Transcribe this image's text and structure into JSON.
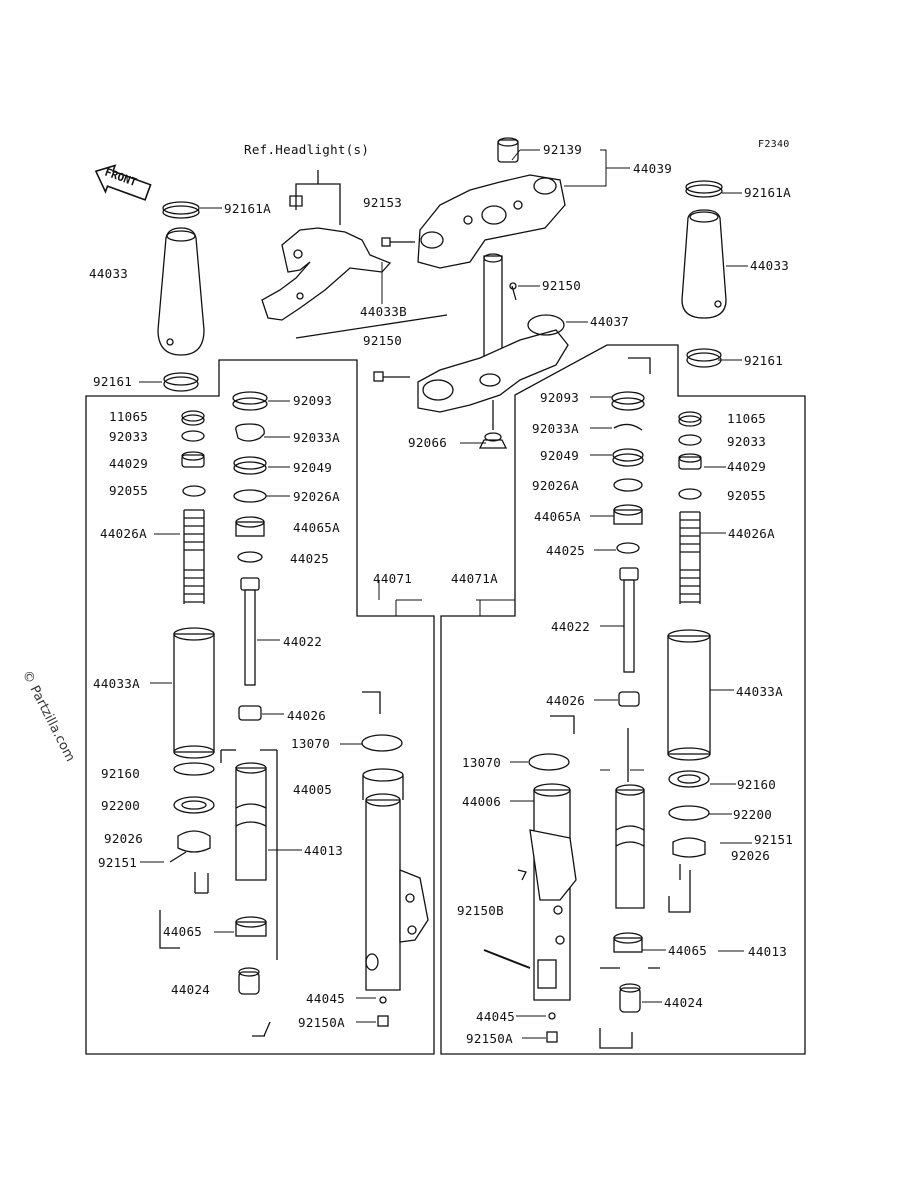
{
  "figure_code": "F2340",
  "ref_headlight": "Ref.Headlight(s)",
  "front_arrow": "FRONT",
  "watermark": "© Partzilla.com",
  "footer_lines": [
    "",
    ""
  ],
  "labels": {
    "l92139": "92139",
    "l44039": "44039",
    "l92153": "92153",
    "l44033B": "44033B",
    "l92150_top": "92150",
    "l92150_mid": "92150",
    "l44037": "44037",
    "l92066": "92066",
    "l92161A_left": "92161A",
    "l44033_left": "44033",
    "l92161_left": "92161",
    "l92161A_right": "92161A",
    "l44033_right": "44033",
    "l92161_right": "92161",
    "l11065_left": "11065",
    "l92033_left": "92033",
    "l44029_left": "44029",
    "l92055_left": "92055",
    "l44026A_left": "44026A",
    "l44033A_left": "44033A",
    "l92160_left": "92160",
    "l92200_left": "92200",
    "l92026_left": "92026",
    "l92151_left": "92151",
    "l44065_left": "44065",
    "l44024_left": "44024",
    "l92093_left": "92093",
    "l92033A_left": "92033A",
    "l92049_left": "92049",
    "l92026A_left": "92026A",
    "l44065A_left": "44065A",
    "l44025_left": "44025",
    "l44022_left": "44022",
    "l44026_left": "44026",
    "l44071": "44071",
    "l44071A": "44071A",
    "l13070_left": "13070",
    "l44005": "44005",
    "l44013_left": "44013",
    "l44045_left": "44045",
    "l92150A_left": "92150A",
    "l92093_right": "92093",
    "l92033A_right": "92033A",
    "l92049_right": "92049",
    "l92026A_right": "92026A",
    "l44065A_right": "44065A",
    "l44025_right": "44025",
    "l44022_right": "44022",
    "l44026_right": "44026",
    "l13070_right": "13070",
    "l44006": "44006",
    "l92150B": "92150B",
    "l44045_right": "44045",
    "l92150A_right": "92150A",
    "l11065_right": "11065",
    "l92033_right": "92033",
    "l44029_right": "44029",
    "l92055_right": "92055",
    "l44026A_right": "44026A",
    "l44033A_right": "44033A",
    "l92160_right": "92160",
    "l92200_right": "92200",
    "l92151_right": "92151",
    "l92026_right": "92026",
    "l44065_right": "44065",
    "l44013_right": "44013",
    "l44024_right": "44024"
  }
}
